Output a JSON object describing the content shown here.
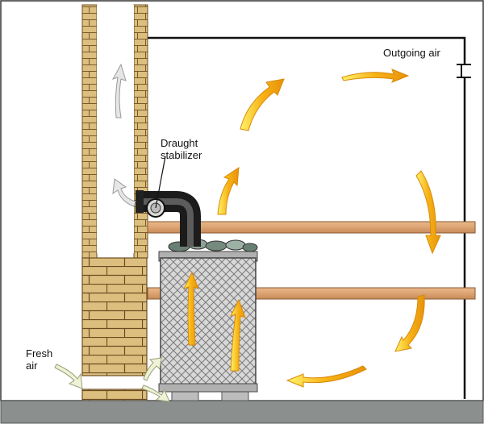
{
  "labels": {
    "outgoing_air": "Outgoing air",
    "draught_line1": "Draught",
    "draught_line2": "stabilizer",
    "fresh_line1": "Fresh",
    "fresh_line2": "air"
  },
  "colors": {
    "warm_arrow_core": "#f2a40c",
    "warm_arrow_edge": "#fff36a",
    "cool_arrow": "#e3e3e3",
    "wood": "#e2ac7c",
    "brick": "#dcbf7e",
    "floor": "#8b8f8e",
    "pipe": "#2d2d2d"
  }
}
